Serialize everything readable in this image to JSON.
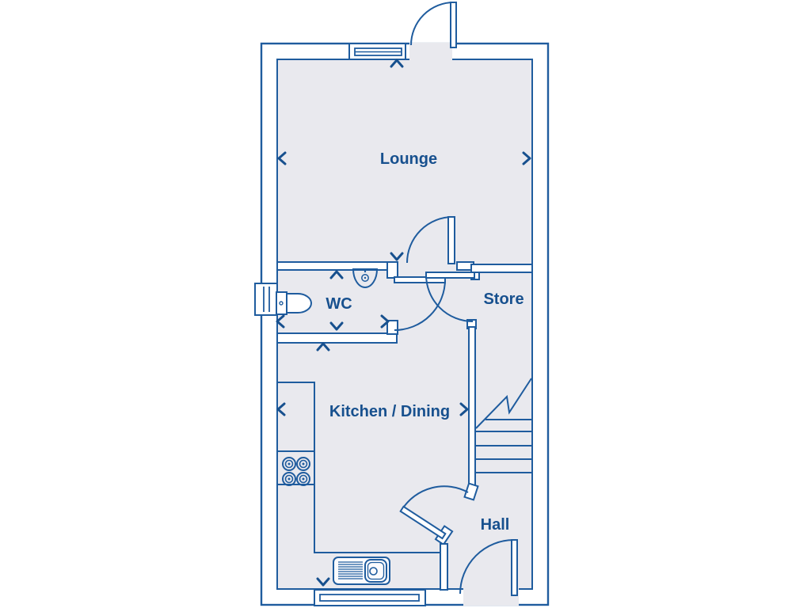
{
  "plan": {
    "type": "floor-plan",
    "rooms": [
      {
        "label": "Lounge"
      },
      {
        "label": "WC"
      },
      {
        "label": "Store"
      },
      {
        "label": "Kitchen / Dining"
      },
      {
        "label": "Hall"
      }
    ],
    "fixtures": [
      "toilet",
      "wash-basin",
      "hob-4-burners",
      "sink-with-drainer",
      "staircase"
    ],
    "doors": [
      "entrance-top-door",
      "lounge-hall-door",
      "wc-door",
      "store-door",
      "kitchen-hall-door",
      "front-door"
    ],
    "windows": [
      "top-window",
      "left-wc-window",
      "bottom-kitchen-window"
    ]
  },
  "colors": {
    "wall_line": "#1f5c9e",
    "label_text": "#17508e",
    "floor_fill": "#e9e9ee",
    "background": "#ffffff"
  }
}
